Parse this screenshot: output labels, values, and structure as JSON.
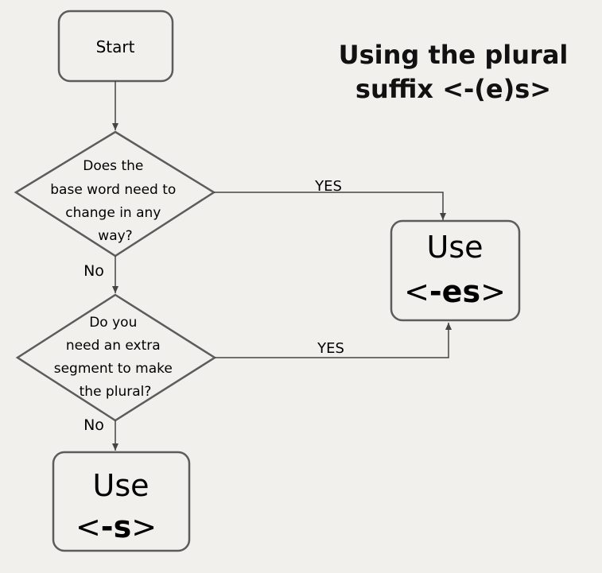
{
  "title_line1": "Using the plural",
  "title_line2": "suffix <-(e)s>",
  "start_label": "Start",
  "decision1": [
    "Does the",
    "base word need to",
    "change in any",
    "way?"
  ],
  "decision2": [
    "Do you",
    "need an extra",
    "segment to make",
    "the plural?"
  ],
  "yes_label_1": "YES",
  "yes_label_2": "YES",
  "no_label_1": "No",
  "no_label_2": "No",
  "box_es": {
    "use": "Use",
    "open": "<",
    "suffix": "-es",
    "close": ">"
  },
  "box_s": {
    "use": "Use",
    "open": "<",
    "suffix": "-s",
    "close": ">"
  },
  "colors": {
    "stroke": "#5c5c5c",
    "background": "#f1f0ec",
    "text": "#111111"
  }
}
